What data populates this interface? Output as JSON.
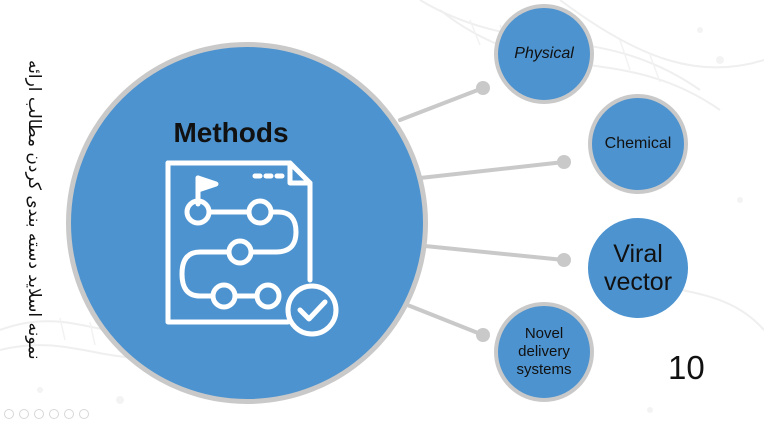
{
  "slide": {
    "title": "Methods",
    "side_text": "نمونه اسلاید دسته بندی کردن مطالب ارائه",
    "page_number": "10",
    "icons": {
      "main": "workflow-document-check-icon",
      "navigation": [
        "previous-icon",
        "next-icon",
        "pen-icon",
        "zoom-icon",
        "menu-icon",
        "more-icon"
      ]
    },
    "items": [
      {
        "label": "Physical"
      },
      {
        "label": "Chemical"
      },
      {
        "label": "Viral vector"
      },
      {
        "label": "Novel delivery systems"
      }
    ],
    "colors": {
      "circle_fill": "#4d93cf",
      "circle_border": "#c9c9c9",
      "connector": "#c9c9c9"
    }
  }
}
